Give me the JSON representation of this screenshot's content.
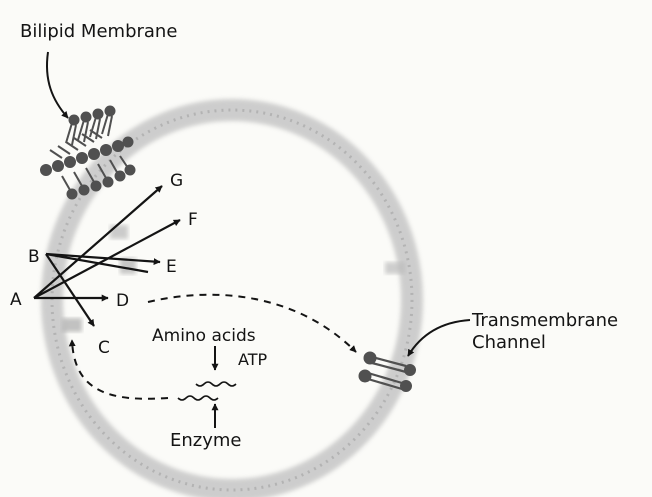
{
  "labels": {
    "bilipid_membrane": "Bilipid Membrane",
    "transmembrane_line1": "Transmembrane",
    "transmembrane_line2": "Channel",
    "amino_acids": "Amino acids",
    "atp": "ATP",
    "enzyme": "Enzyme"
  },
  "nodes": {
    "a": "A",
    "b": "B",
    "c": "C",
    "d": "D",
    "e": "E",
    "f": "F",
    "g": "G"
  },
  "colors": {
    "ink": "#141414",
    "membrane": "#b5b5b5",
    "lipid": "#555555",
    "background": "#fbfbf8"
  }
}
